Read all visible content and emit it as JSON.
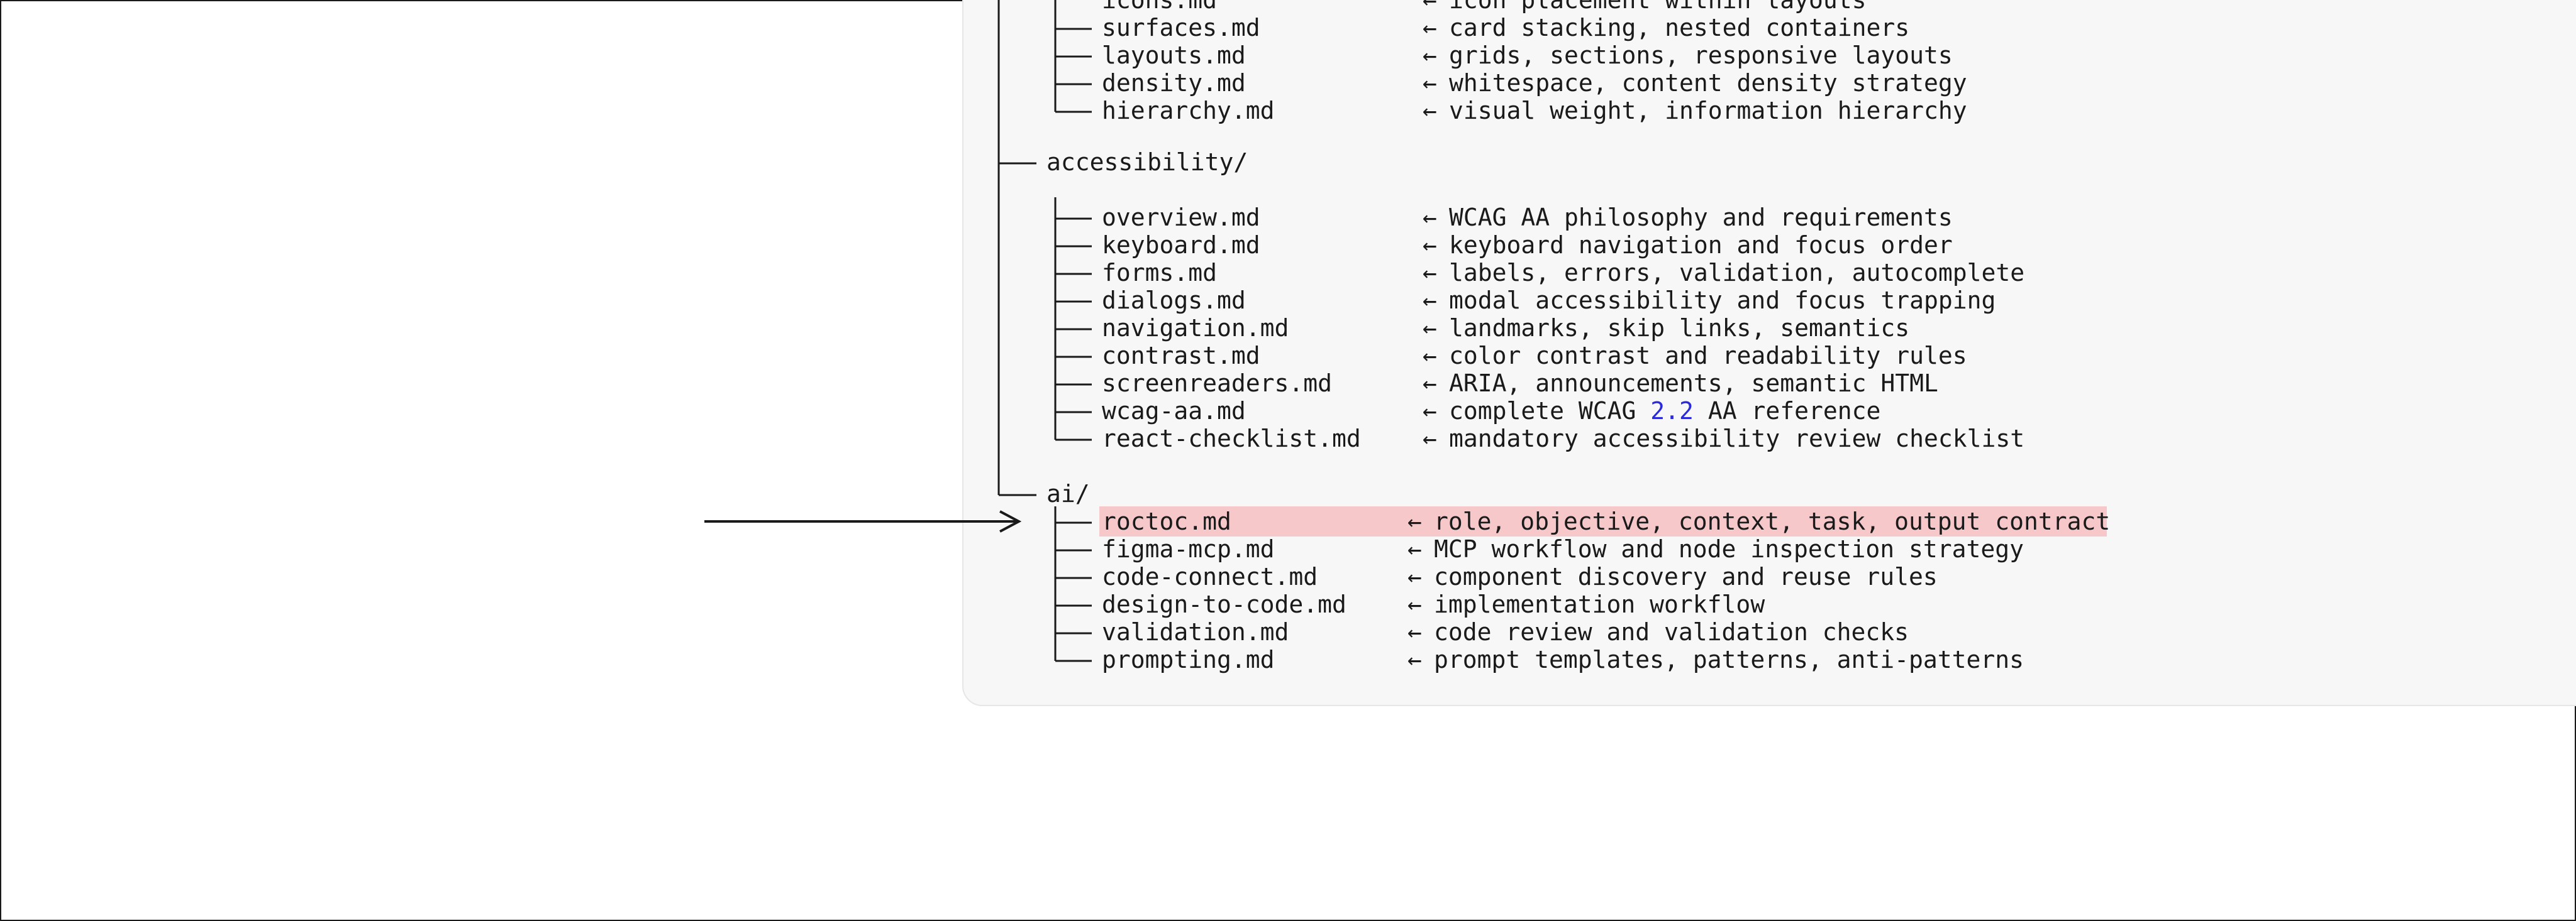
{
  "tree": {
    "top_partial": {
      "name": "icons.md",
      "desc": "icon placement within layouts"
    },
    "layout_files": [
      {
        "name": "surfaces.md",
        "desc": "card stacking, nested containers"
      },
      {
        "name": "layouts.md",
        "desc": "grids, sections, responsive layouts"
      },
      {
        "name": "density.md",
        "desc": "whitespace, content density strategy"
      },
      {
        "name": "hierarchy.md",
        "desc": "visual weight, information hierarchy"
      }
    ],
    "accessibility_dir": "accessibility/",
    "accessibility_files": [
      {
        "name": "overview.md",
        "desc": "WCAG AA philosophy and requirements"
      },
      {
        "name": "keyboard.md",
        "desc": "keyboard navigation and focus order"
      },
      {
        "name": "forms.md",
        "desc": "labels, errors, validation, autocomplete"
      },
      {
        "name": "dialogs.md",
        "desc": "modal accessibility and focus trapping"
      },
      {
        "name": "navigation.md",
        "desc": "landmarks, skip links, semantics"
      },
      {
        "name": "contrast.md",
        "desc": "color contrast and readability rules"
      },
      {
        "name": "screenreaders.md",
        "desc": "ARIA, announcements, semantic HTML"
      },
      {
        "name": "wcag-aa.md",
        "desc_pre": "complete WCAG ",
        "desc_num": "2.2",
        "desc_post": " AA reference"
      },
      {
        "name": "react-checklist.md",
        "desc": "mandatory accessibility review checklist"
      }
    ],
    "ai_dir": "ai/",
    "ai_files": [
      {
        "name": "roctoc.md",
        "desc": "role, objective, context, task, output contract"
      },
      {
        "name": "figma-mcp.md",
        "desc": "MCP workflow and node inspection strategy"
      },
      {
        "name": "code-connect.md",
        "desc": "component discovery and reuse rules"
      },
      {
        "name": "design-to-code.md",
        "desc": "implementation workflow"
      },
      {
        "name": "validation.md",
        "desc": "code review and validation checks"
      },
      {
        "name": "prompting.md",
        "desc": "prompt templates, patterns, anti-patterns"
      }
    ],
    "arrow_glyph": "←",
    "branch": "├──",
    "last_branch": "└──"
  },
  "colors": {
    "panel_bg": "#f7f7f7",
    "highlight": "#f7c8ca",
    "number": "#2a2ad8",
    "text": "#1a1a1a"
  }
}
